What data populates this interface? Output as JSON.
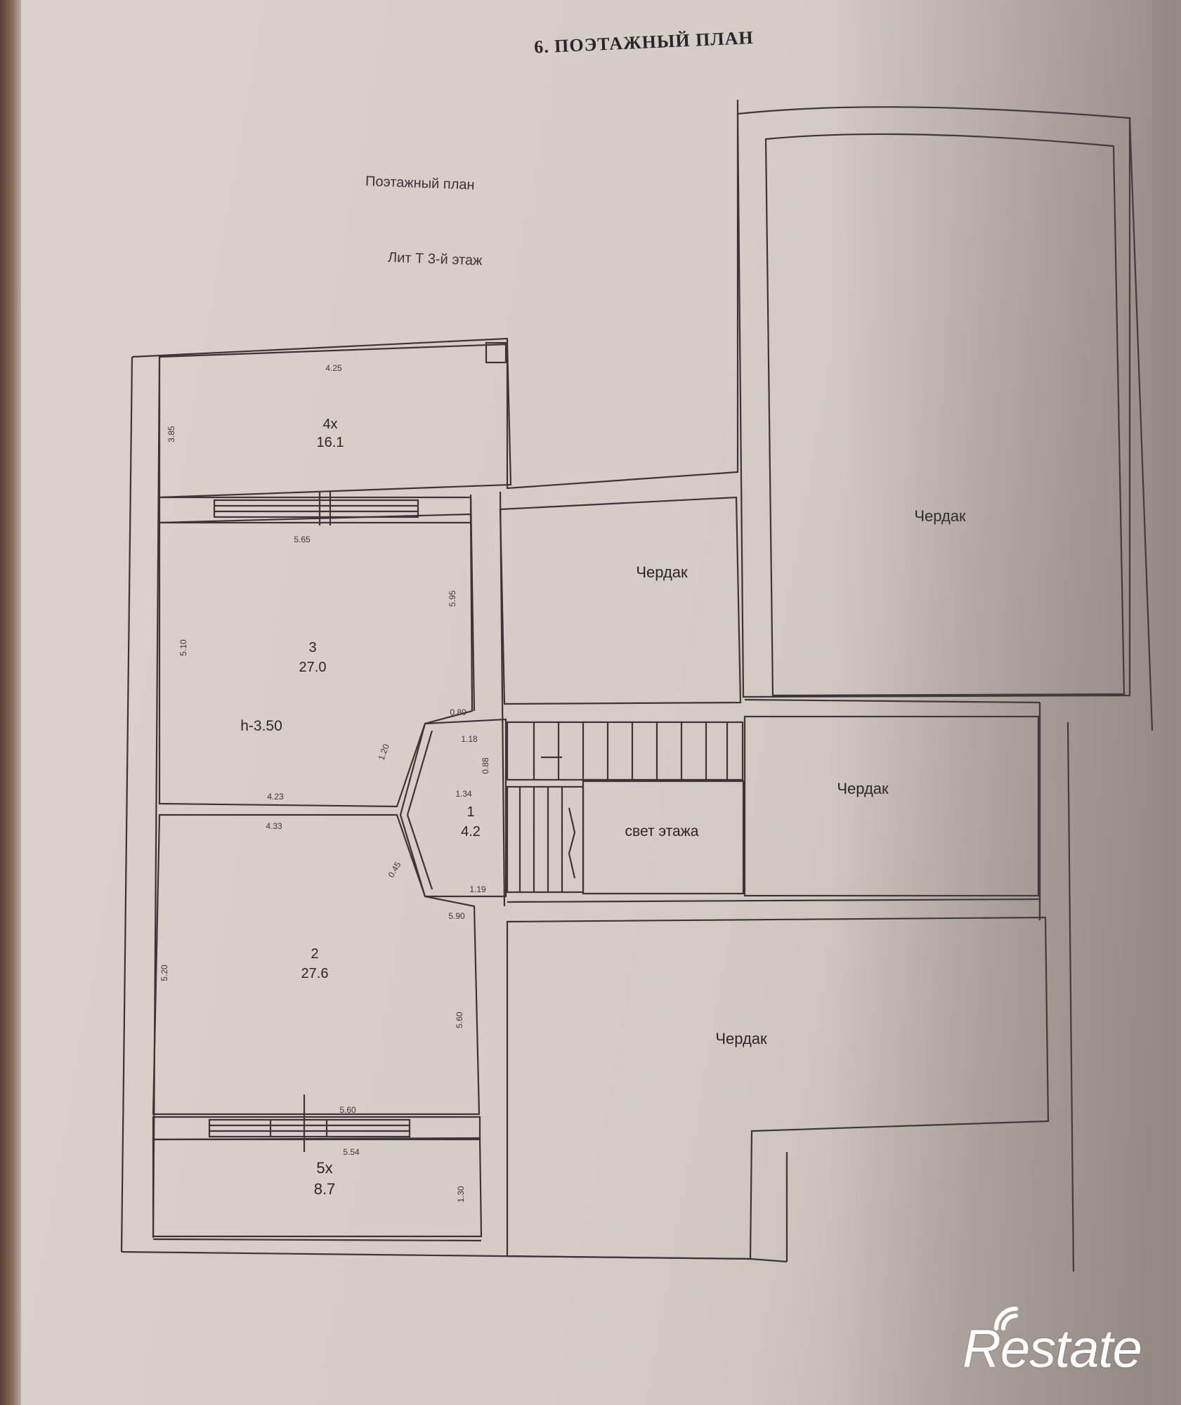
{
  "document": {
    "section_title": "6.   ПОЭТАЖНЫЙ ПЛАН",
    "caption_1": "Поэтажный план",
    "caption_2": "Лит Т 3-й этаж"
  },
  "rooms": {
    "r4x": {
      "number": "4х",
      "area": "16.1"
    },
    "r3": {
      "number": "3",
      "area": "27.0"
    },
    "r1": {
      "number": "1",
      "area": "4.2"
    },
    "r2": {
      "number": "2",
      "area": "27.6"
    },
    "r5x": {
      "number": "5х",
      "area": "8.7"
    }
  },
  "labels": {
    "attic": "Чердак",
    "stair_label": "свет этажа",
    "height": "h-3.50"
  },
  "dimensions": {
    "d_425": "4.25",
    "d_385": "3.85",
    "d_565": "5.65",
    "d_510": "5.10",
    "d_595": "5.95",
    "d_080": "0.80",
    "d_118": "1.18",
    "d_120": "1.20",
    "d_088": "0.88",
    "d_134": "1.34",
    "d_423": "4.23",
    "d_433": "4.33",
    "d_590": "5.90",
    "d_520": "5.20",
    "d_560": "5.60",
    "d_554": "5.54",
    "d_130": "1.30",
    "d_119": "1.19",
    "d_045": "0.45"
  },
  "logo": {
    "text": "Restate"
  },
  "colors": {
    "paper": "#d6cec8",
    "line": "#3c3538",
    "logo": "#ffffff"
  }
}
